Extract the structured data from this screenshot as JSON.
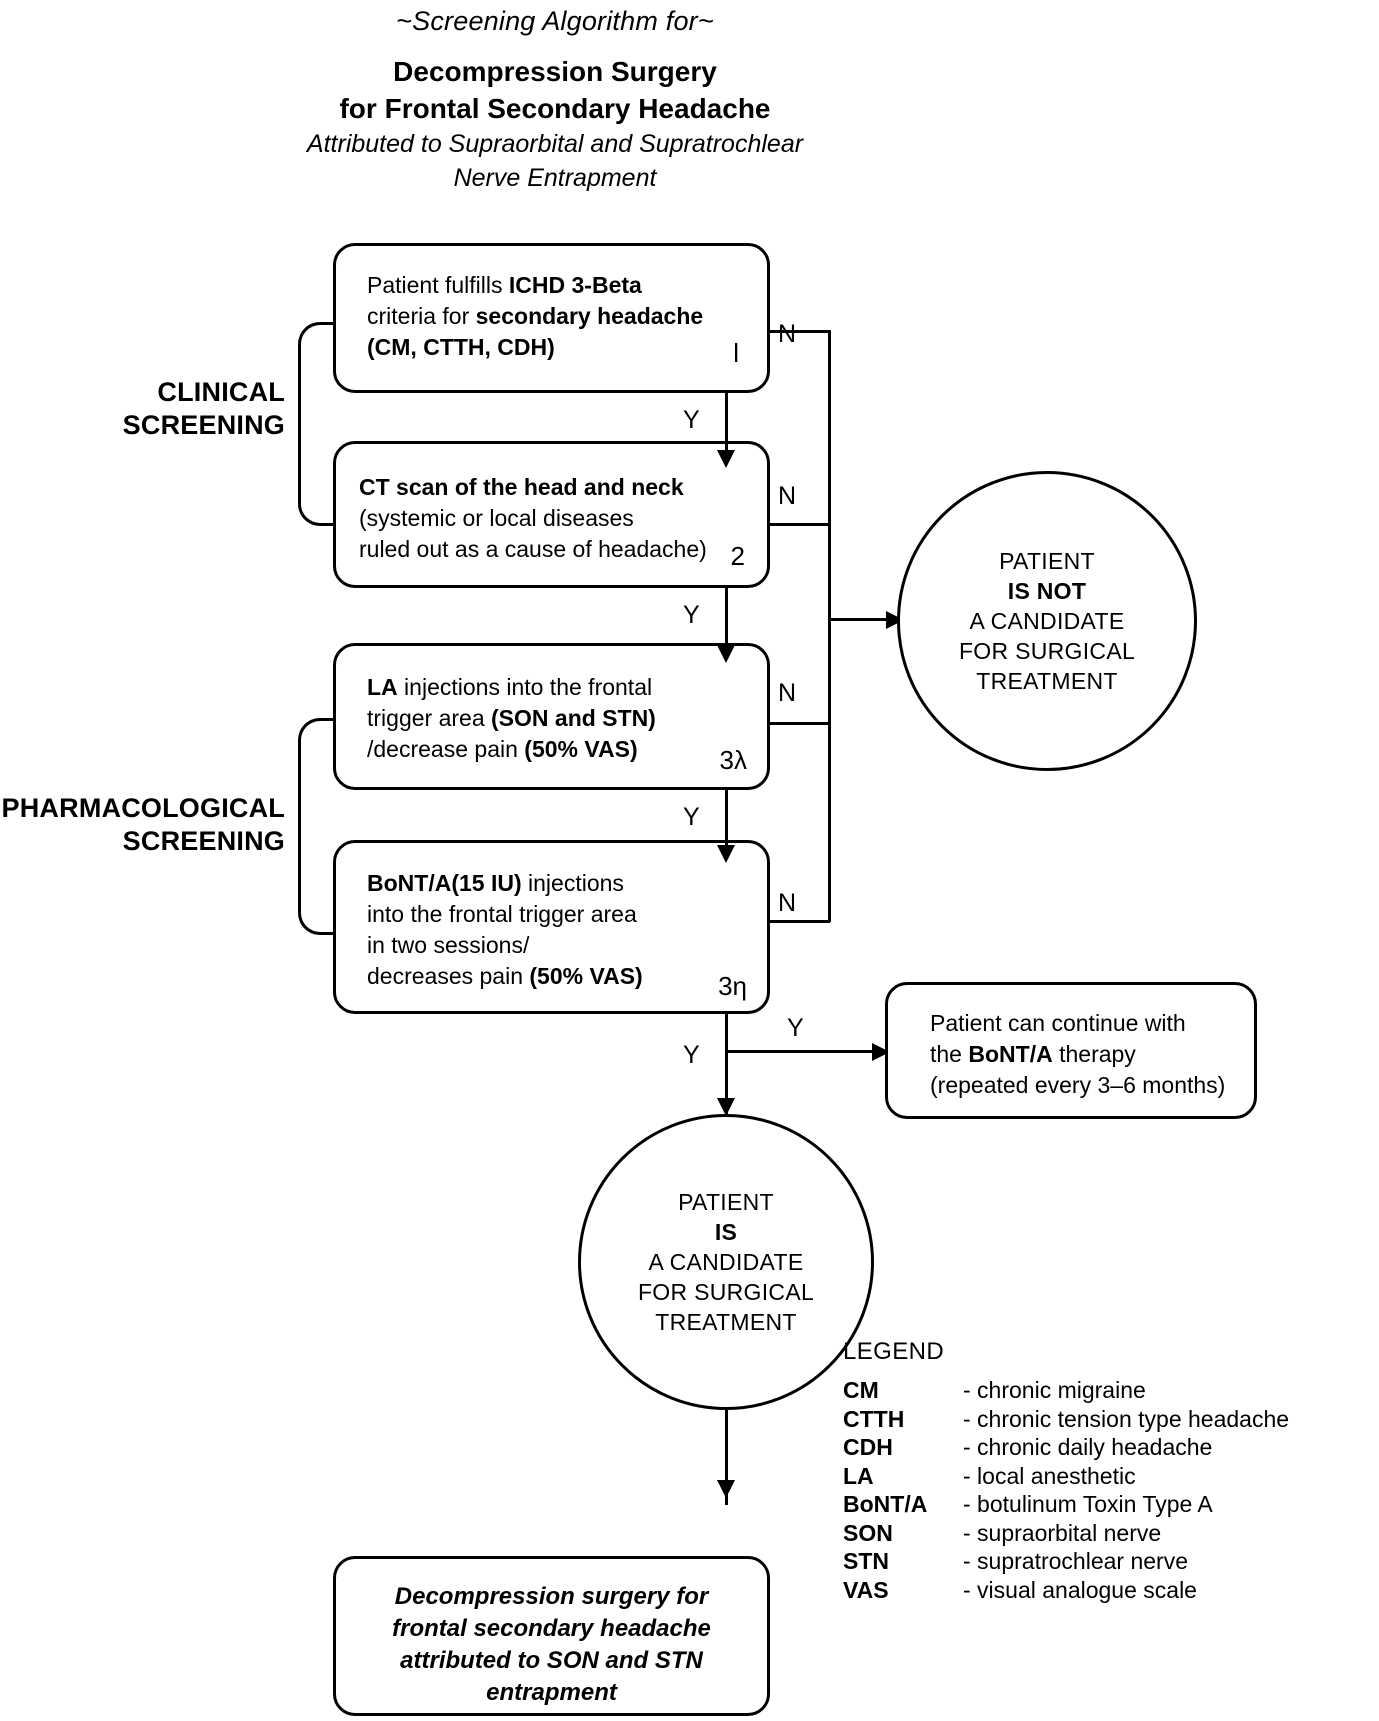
{
  "title": {
    "line1": "~Screening Algorithm for~",
    "line2": "Decompression Surgery",
    "line3": "for Frontal Secondary Headache",
    "line4": "Attributed to Supraorbital and Supratrochlear",
    "line5": "Nerve Entrapment"
  },
  "phases": {
    "clinical": "CLINICAL\nSCREENING",
    "clinical_line1": "CLINICAL",
    "clinical_line2": "SCREENING",
    "pharma_line1": "PHARMACOLOGICAL",
    "pharma_line2": "SCREENING"
  },
  "nodes": {
    "step1": {
      "line1_plain": "Patient fulfills ",
      "line1_bold": "ICHD 3-Beta",
      "line2_plain": "criteria for ",
      "line2_bold": "secondary headache",
      "line3_bold": "(CM, CTTH, CDH)",
      "marker": "l"
    },
    "step2": {
      "line1_bold": "CT scan of the head and neck",
      "line2_plain": "(systemic or local diseases",
      "line3_plain": "ruled out as a cause of headache)",
      "marker": "2"
    },
    "step3": {
      "line1_bold": "LA",
      "line1_plain": " injections into the frontal",
      "line2_plain": "trigger area ",
      "line2_bold": "(SON and STN)",
      "line3_plain": "/decrease pain ",
      "line3_bold": "(50% VAS)",
      "marker": "3λ"
    },
    "step4": {
      "line1_bold": "BoNT/A(15 IU)",
      "line1_plain": " injections",
      "line2_plain": "into the frontal trigger area",
      "line3_plain": "in two sessions/",
      "line4_plain": "decreases pain ",
      "line4_bold": "(50% VAS)",
      "marker": "3η"
    },
    "not_candidate": {
      "l1": "PATIENT",
      "l2": "IS NOT",
      "l3": "A CANDIDATE",
      "l4": "FOR SURGICAL",
      "l5": "TREATMENT"
    },
    "is_candidate": {
      "l1": "PATIENT",
      "l2": "IS",
      "l3": "A CANDIDATE",
      "l4": "FOR SURGICAL",
      "l5": "TREATMENT"
    },
    "continue_therapy": {
      "line1_plain": "Patient can continue with",
      "line2a_plain": "the ",
      "line2_bold": "BoNT/A",
      "line2b_plain": " therapy",
      "line3_plain": "(repeated every 3–6 months)"
    },
    "final": {
      "l1": "Decompression surgery for",
      "l2": "frontal secondary headache",
      "l3": "attributed to SON and STN",
      "l4": "entrapment"
    }
  },
  "edges": {
    "yes": "Y",
    "no": "N"
  },
  "legend": {
    "title": "LEGEND",
    "items": [
      {
        "abbr": "CM",
        "desc": "- chronic migraine"
      },
      {
        "abbr": "CTTH",
        "desc": "- chronic tension type headache"
      },
      {
        "abbr": "CDH",
        "desc": "- chronic daily headache"
      },
      {
        "abbr": "LA",
        "desc": "- local anesthetic"
      },
      {
        "abbr": "BoNT/A",
        "desc": "- botulinum Toxin Type A"
      },
      {
        "abbr": "SON",
        "desc": "- supraorbital nerve"
      },
      {
        "abbr": "STN",
        "desc": "- supratrochlear nerve"
      },
      {
        "abbr": "VAS",
        "desc": "- visual analogue scale"
      }
    ]
  },
  "colors": {
    "stroke": "#000000",
    "background": "#ffffff"
  }
}
